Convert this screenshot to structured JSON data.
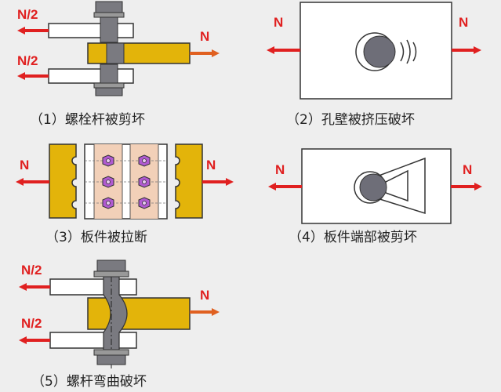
{
  "colors": {
    "background": "#eeeeee",
    "arrow": "#e02020",
    "arrow_right": "#e06020",
    "plate_yellow": "#e3b40a",
    "plate_white": "#ffffff",
    "bolt_gray": "#7a7a80",
    "bolt_dark": "#4a4a50",
    "hole_gray": "#6e6e78",
    "nut_purple": "#b05ad0",
    "pink_strip": "#f2d0b8",
    "outline": "#333333"
  },
  "panel1": {
    "caption": "（1）螺栓杆被剪坏",
    "label_top": "N/2",
    "label_bottom": "N/2",
    "label_right": "N"
  },
  "panel2": {
    "caption": "（2）孔壁被挤压破坏",
    "label_left": "N",
    "label_right": "N"
  },
  "panel3": {
    "caption": "（3）板件被拉断",
    "label_left": "N",
    "label_right": "N"
  },
  "panel4": {
    "caption": "（4）板件端部被剪坏",
    "label_left": "N",
    "label_right": "N"
  },
  "panel5": {
    "caption": "（5）螺杆弯曲破坏",
    "label_top": "N/2",
    "label_bottom": "N/2",
    "label_right": "N"
  }
}
